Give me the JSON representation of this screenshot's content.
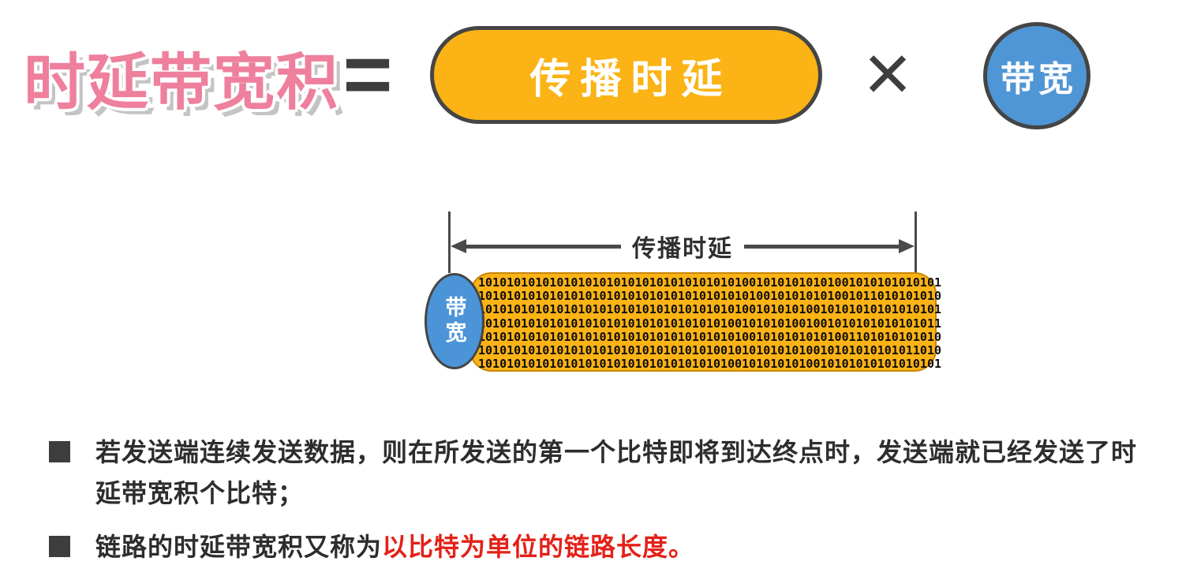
{
  "formula": {
    "title": "时延带宽积",
    "equals_sign": "=",
    "propagation_box_label": "传播时延",
    "multiply_sign": "×",
    "bandwidth_circle_label": "带宽"
  },
  "diagram": {
    "arrow_label": "传播时延",
    "bandwidth_ellipse_label": "带宽",
    "bit_rows": [
      "10101010101010101010101010101010101010010101010101001010101010101",
      "10101010101010101010101010101010101010100101010101001011010101010",
      "10101010101010101010101010101010101010010101010010101010101010101",
      "10101010101010101010101010101010101001010101001001010101010101011",
      "10101010101010101010101010101010101010010101010101001101010101010",
      "10101010101010101010101010101010100101010101010010101010101011010",
      "10101010101010101010101010101010101001010101010010101010101010101"
    ]
  },
  "bullets": [
    {
      "text": "若发送端连续发送数据，则在所发送的第一个比特即将到达终点时，发送端就已经发送了时延带宽积个比特；",
      "highlight": ""
    },
    {
      "text": "链路的时延带宽积又称为",
      "highlight": "以比特为单位的链路长度。"
    }
  ],
  "colors": {
    "title_pink": "#EE7F9D",
    "box_orange": "#FBB315",
    "circle_blue": "#4F96D6",
    "outline_dark": "#454545",
    "highlight_red": "#E32119"
  }
}
